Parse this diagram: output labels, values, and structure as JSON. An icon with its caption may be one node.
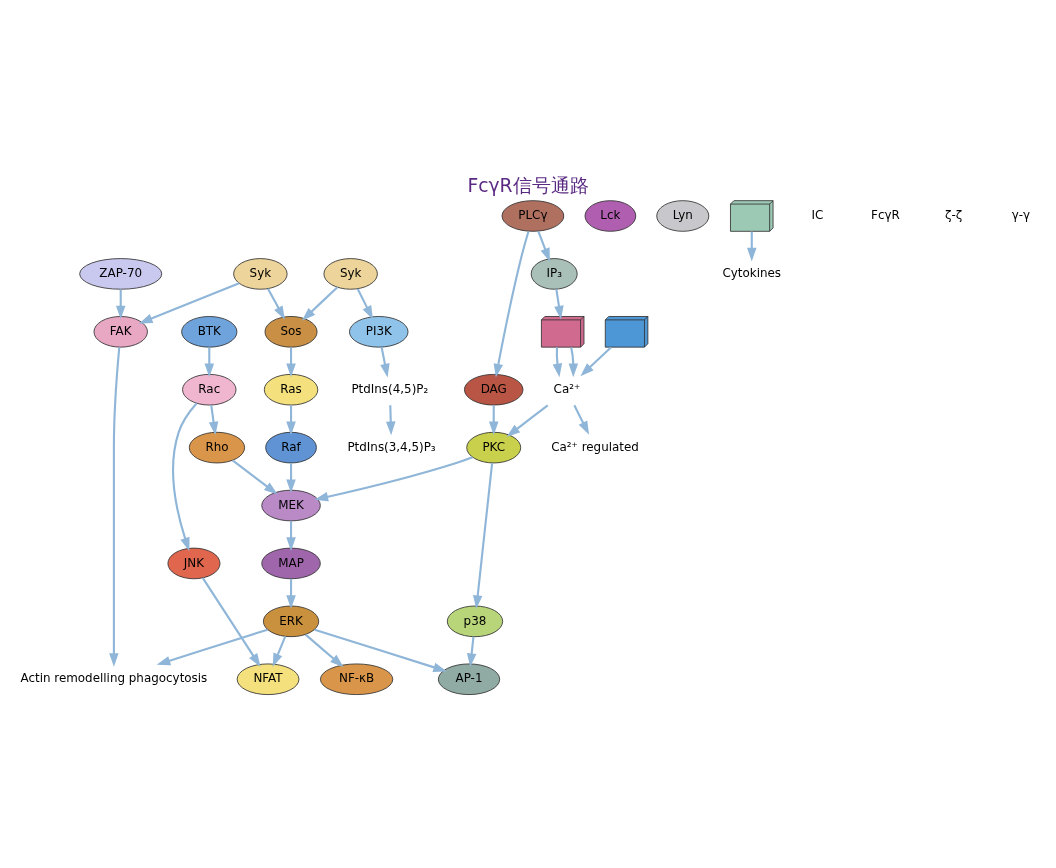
{
  "diagram": {
    "title": "FcγR信号通路",
    "nodes": [
      {
        "text": [
          "ZAP-70"
        ]
      },
      {
        "text": [
          "Lck"
        ]
      },
      {
        "text": [
          "Syk"
        ]
      },
      {
        "text": [
          "Lyn"
        ]
      },
      {
        "text": [
          "Syk"
        ]
      },
      {
        "text": [
          "PI3K"
        ]
      },
      {
        "text": [
          "PtdIns(4,5)P₂"
        ]
      },
      {
        "text": [
          "PtdIns(3,4,5)P₃"
        ]
      },
      {
        "text": [
          "BTK"
        ]
      },
      {
        "text": [
          "PLCγ"
        ]
      },
      {
        "text": [
          "FAK"
        ]
      },
      {
        "text": [
          "Sos"
        ]
      },
      {
        "text": [
          "Rac"
        ]
      },
      {
        "text": [
          "Rho"
        ]
      },
      {
        "text": [
          "Ras"
        ]
      },
      {
        "text": [
          "MEK"
        ]
      },
      {
        "text": [
          "DAG"
        ]
      },
      {
        "text": [
          "Raf"
        ]
      },
      {
        "text": [
          "MAP"
        ]
      },
      {
        "text": [
          "PKC"
        ]
      },
      {
        "text": [
          "IP₃"
        ]
      },
      {
        "text": [
          "JNK"
        ]
      },
      {
        "text": [
          "Actin remodelling phagocytosis"
        ]
      },
      {
        "text": [
          "ERK"
        ]
      },
      {
        "text": [
          "p38"
        ]
      },
      {
        "text": [
          "NFAT"
        ]
      },
      {
        "text": [
          "NF-κB"
        ]
      },
      {
        "text": [
          "AP-1"
        ]
      },
      {
        "text": [],
        "shape": "picture"
      },
      {
        "text": [
          "Ca²⁺"
        ]
      },
      {
        "text": [],
        "shape": "picture"
      },
      {
        "text": [],
        "shape": "picture"
      },
      {
        "text": [
          "Ca²⁺ regulated"
        ]
      },
      {
        "text": [
          "Cytokines"
        ]
      }
    ],
    "edges": [
      {
        "from": 0,
        "to": 10,
        "arrow": "to"
      },
      {
        "from": 2,
        "to": 10,
        "arrow": "to"
      },
      {
        "from": 2,
        "to": 11,
        "arrow": "to"
      },
      {
        "from": 4,
        "to": 11,
        "arrow": "to"
      },
      {
        "from": 4,
        "to": 5,
        "arrow": "to"
      },
      {
        "from": 5,
        "to": 6,
        "arrow": "to"
      },
      {
        "from": 6,
        "to": 7,
        "arrow": "to"
      },
      {
        "from": 8,
        "to": 12,
        "arrow": "to"
      },
      {
        "from": 12,
        "to": 13,
        "arrow": "to"
      },
      {
        "from": 13,
        "to": 15,
        "arrow": "to"
      },
      {
        "from": 12,
        "to": 21,
        "arrow": "to"
      },
      {
        "from": 9,
        "to": 16,
        "arrow": "to"
      },
      {
        "from": 9,
        "to": 20,
        "arrow": "to"
      },
      {
        "from": 16,
        "to": 19,
        "arrow": "to"
      },
      {
        "from": 19,
        "to": 15,
        "arrow": "to"
      },
      {
        "from": 19,
        "to": 24,
        "arrow": "to"
      },
      {
        "from": 11,
        "to": 14,
        "arrow": "to"
      },
      {
        "from": 14,
        "to": 17,
        "arrow": "to"
      },
      {
        "from": 17,
        "to": 15,
        "arrow": "to"
      },
      {
        "from": 15,
        "to": 18,
        "arrow": "to"
      },
      {
        "from": 18,
        "to": 23,
        "arrow": "to"
      },
      {
        "from": 23,
        "to": 22,
        "arrow": "to"
      },
      {
        "from": 10,
        "to": 22,
        "arrow": "to"
      },
      {
        "from": 23,
        "to": 26,
        "arrow": "to"
      },
      {
        "from": 23,
        "to": 27,
        "arrow": "to"
      },
      {
        "from": 23,
        "to": 25,
        "arrow": "to"
      },
      {
        "from": 21,
        "to": 25,
        "arrow": "to"
      },
      {
        "from": 24,
        "to": 27,
        "arrow": "to"
      },
      {
        "from": 20,
        "to": 28,
        "arrow": "to"
      },
      {
        "from": 28,
        "to": 29,
        "arrow": "to"
      },
      {
        "from": 28,
        "to": 29,
        "arrow": "to"
      },
      {
        "from": 30,
        "to": 29,
        "arrow": "to"
      },
      {
        "from": 29,
        "to": 19,
        "arrow": "to"
      },
      {
        "from": 29,
        "to": 32,
        "arrow": "to"
      },
      {
        "from": 31,
        "to": 33,
        "arrow": "to"
      }
    ],
    "labels": [
      "IC",
      "FcγR",
      "ζ-ζ",
      "γ-γ"
    ]
  }
}
